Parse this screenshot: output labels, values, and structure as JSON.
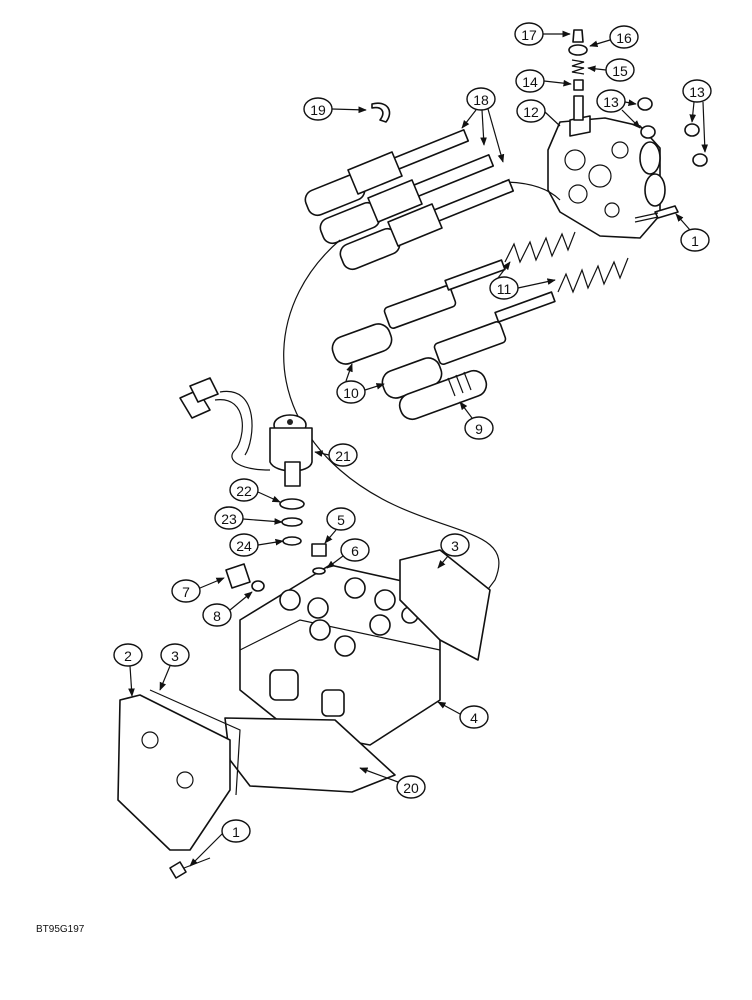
{
  "figure_code": "BT95G197",
  "callouts": {
    "c1a": "1",
    "c1b": "1",
    "c2": "2",
    "c3a": "3",
    "c3b": "3",
    "c4": "4",
    "c5": "5",
    "c6": "6",
    "c7": "7",
    "c8": "8",
    "c9": "9",
    "c10": "10",
    "c11": "11",
    "c12": "12",
    "c13a": "13",
    "c13b": "13",
    "c14": "14",
    "c15": "15",
    "c16": "16",
    "c17": "17",
    "c18": "18",
    "c19": "19",
    "c20": "20",
    "c21": "21",
    "c22": "22",
    "c23": "23",
    "c24": "24"
  }
}
